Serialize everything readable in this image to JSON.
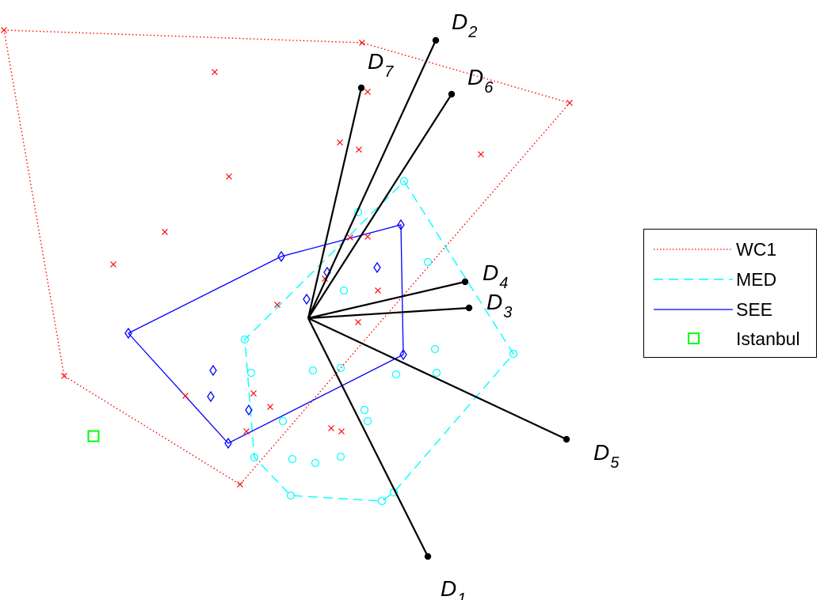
{
  "chart_data": {
    "type": "scatter",
    "title": "",
    "xlabel": "",
    "ylabel": "",
    "axes_visible": false,
    "grid": false,
    "origin": [
      0,
      0
    ],
    "legend": {
      "placement": "right",
      "entries": [
        {
          "label": "WC1",
          "color": "#ff0000",
          "style": "dotted",
          "marker": "x"
        },
        {
          "label": "MED",
          "color": "#00ffff",
          "style": "dashed",
          "marker": "o"
        },
        {
          "label": "SEE",
          "color": "#0000ff",
          "style": "solid",
          "marker": "diamond"
        },
        {
          "label": "Istanbul",
          "color": "#00ff00",
          "style": "none",
          "marker": "square"
        }
      ]
    },
    "vectors": [
      {
        "label": "D",
        "sub": "1",
        "x": 0.151,
        "y": -0.301
      },
      {
        "label": "D",
        "sub": "2",
        "x": 0.161,
        "y": 0.351
      },
      {
        "label": "D",
        "sub": "3",
        "x": 0.203,
        "y": 0.013
      },
      {
        "label": "D",
        "sub": "4",
        "x": 0.198,
        "y": 0.046
      },
      {
        "label": "D",
        "sub": "5",
        "x": 0.326,
        "y": -0.153
      },
      {
        "label": "D",
        "sub": "6",
        "x": 0.181,
        "y": 0.283
      },
      {
        "label": "D",
        "sub": "7",
        "x": 0.067,
        "y": 0.291
      }
    ],
    "series": [
      {
        "name": "WC1",
        "color": "#ff0000",
        "marker": "x",
        "hull_style": "dotted",
        "points": [
          [
            -0.384,
            0.364
          ],
          [
            0.068,
            0.348
          ],
          [
            0.33,
            0.272
          ],
          [
            -0.118,
            0.311
          ],
          [
            0.075,
            0.286
          ],
          [
            0.04,
            0.222
          ],
          [
            0.064,
            0.213
          ],
          [
            0.218,
            0.207
          ],
          [
            -0.1,
            0.179
          ],
          [
            -0.181,
            0.109
          ],
          [
            -0.246,
            0.068
          ],
          [
            0.053,
            0.102
          ],
          [
            0.075,
            0.103
          ],
          [
            0.021,
            0.05
          ],
          [
            0.088,
            0.035
          ],
          [
            -0.039,
            0.017
          ],
          [
            0.063,
            -0.005
          ],
          [
            -0.308,
            -0.073
          ],
          [
            -0.155,
            -0.098
          ],
          [
            -0.069,
            -0.095
          ],
          [
            -0.048,
            -0.112
          ],
          [
            -0.078,
            -0.143
          ],
          [
            0.029,
            -0.139
          ],
          [
            0.042,
            -0.143
          ],
          [
            -0.086,
            -0.21
          ]
        ],
        "hull": [
          [
            -0.384,
            0.364
          ],
          [
            0.068,
            0.348
          ],
          [
            0.33,
            0.272
          ],
          [
            -0.086,
            -0.21
          ],
          [
            -0.308,
            -0.073
          ]
        ]
      },
      {
        "name": "MED",
        "color": "#00ffff",
        "marker": "o",
        "hull_style": "dashed",
        "points": [
          [
            0.121,
            0.173
          ],
          [
            0.063,
            0.134
          ],
          [
            0.151,
            0.071
          ],
          [
            0.045,
            0.035
          ],
          [
            -0.08,
            -0.027
          ],
          [
            -0.072,
            -0.069
          ],
          [
            0.16,
            -0.039
          ],
          [
            0.162,
            -0.069
          ],
          [
            0.006,
            -0.066
          ],
          [
            0.041,
            -0.063
          ],
          [
            0.111,
            -0.071
          ],
          [
            0.259,
            -0.045
          ],
          [
            0.071,
            -0.116
          ],
          [
            0.075,
            -0.13
          ],
          [
            -0.032,
            -0.13
          ],
          [
            -0.068,
            -0.176
          ],
          [
            0.041,
            -0.175
          ],
          [
            0.009,
            -0.183
          ],
          [
            -0.02,
            -0.178
          ],
          [
            0.108,
            -0.22
          ],
          [
            0.093,
            -0.231
          ],
          [
            -0.022,
            -0.224
          ]
        ],
        "hull": [
          [
            0.121,
            0.173
          ],
          [
            0.259,
            -0.045
          ],
          [
            0.108,
            -0.22
          ],
          [
            0.093,
            -0.231
          ],
          [
            -0.022,
            -0.224
          ],
          [
            -0.068,
            -0.176
          ],
          [
            -0.08,
            -0.027
          ]
        ]
      },
      {
        "name": "SEE",
        "color": "#0000ff",
        "marker": "diamond",
        "hull_style": "solid",
        "points": [
          [
            0.117,
            0.118
          ],
          [
            -0.034,
            0.078
          ],
          [
            0.087,
            0.064
          ],
          [
            0.024,
            0.058
          ],
          [
            -0.002,
            0.024
          ],
          [
            0.12,
            -0.046
          ],
          [
            -0.227,
            -0.019
          ],
          [
            -0.12,
            -0.066
          ],
          [
            -0.123,
            -0.099
          ],
          [
            -0.075,
            -0.116
          ],
          [
            -0.101,
            -0.158
          ]
        ],
        "hull": [
          [
            -0.227,
            -0.019
          ],
          [
            -0.034,
            0.078
          ],
          [
            0.117,
            0.118
          ],
          [
            0.12,
            -0.046
          ],
          [
            -0.101,
            -0.158
          ]
        ]
      },
      {
        "name": "Istanbul",
        "color": "#00ff00",
        "marker": "square",
        "points": [
          [
            -0.271,
            -0.149
          ]
        ]
      }
    ]
  }
}
